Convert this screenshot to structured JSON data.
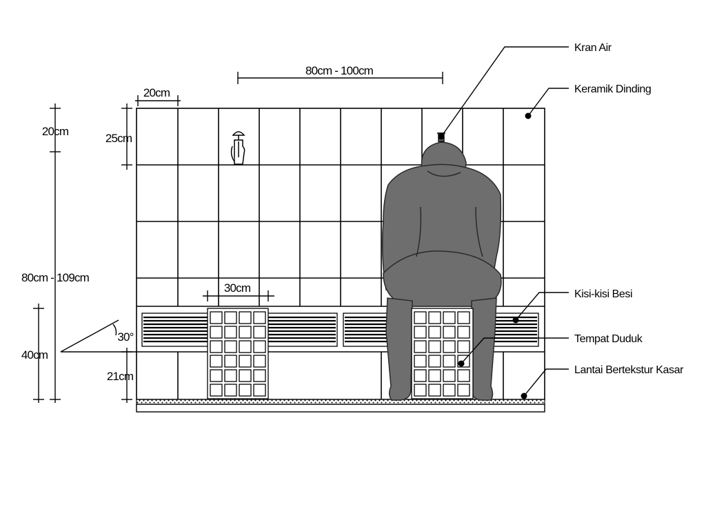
{
  "dimensions": {
    "tap_spacing": "80cm - 100cm",
    "tile_width": "20cm",
    "top_band": "20cm",
    "tap_offset": "25cm",
    "tap_height": "80cm - 109cm",
    "bench_height": "40cm",
    "angle": "30°",
    "seat_width": "30cm",
    "seat_base": "21cm"
  },
  "callouts": {
    "tap": "Kran Air",
    "wall_tile": "Keramik Dinding",
    "grille": "Kisi-kisi Besi",
    "seat": "Tempat Duduk",
    "floor": "Lantai Bertekstur Kasar"
  },
  "colors": {
    "line": "#000000",
    "figure": "#6e6e6e",
    "figure_outline": "#2a2a2a",
    "background": "#ffffff"
  }
}
